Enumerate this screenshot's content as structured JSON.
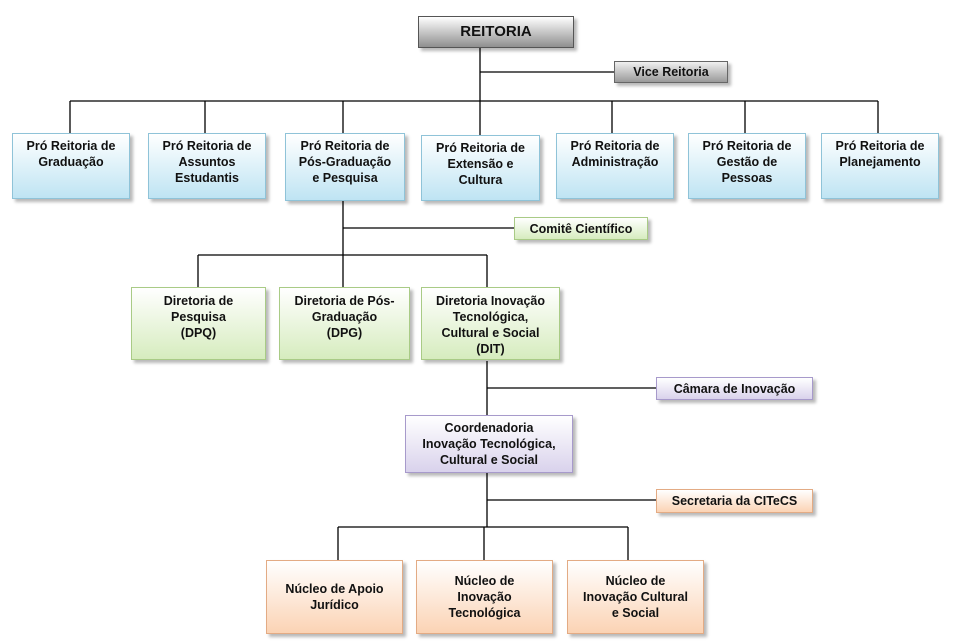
{
  "top": {
    "label": "REITORIA"
  },
  "vice": {
    "label": "Vice Reitoria"
  },
  "pro_reitorias": [
    {
      "label": "Pró Reitoria de\nGraduação"
    },
    {
      "label": "Pró Reitoria de\nAssuntos\nEstudantis"
    },
    {
      "label": "Pró Reitoria de\nPós-Graduação\ne Pesquisa"
    },
    {
      "label": "Pró Reitoria de\nExtensão e\nCultura"
    },
    {
      "label": "Pró Reitoria de\nAdministração"
    },
    {
      "label": "Pró Reitoria de\nGestão de\nPessoas"
    },
    {
      "label": "Pró Reitoria de\nPlanejamento"
    }
  ],
  "comite": {
    "label": "Comitê Científico"
  },
  "diretorias": [
    {
      "label": "Diretoria de\nPesquisa\n(DPQ)"
    },
    {
      "label": "Diretoria de Pós-\nGraduação\n(DPG)"
    },
    {
      "label": "Diretoria Inovação\nTecnológica,\nCultural e Social\n(DIT)"
    }
  ],
  "camara": {
    "label": "Câmara de Inovação"
  },
  "coordenadoria": {
    "label": "Coordenadoria\nInovação Tecnológica,\nCultural e Social"
  },
  "secretaria": {
    "label": "Secretaria da CITeCS"
  },
  "nucleos": [
    {
      "label": "Núcleo de Apoio\nJurídico"
    },
    {
      "label": "Núcleo de\nInovação\nTecnológica"
    },
    {
      "label": "Núcleo de\nInovação Cultural\ne Social"
    }
  ]
}
